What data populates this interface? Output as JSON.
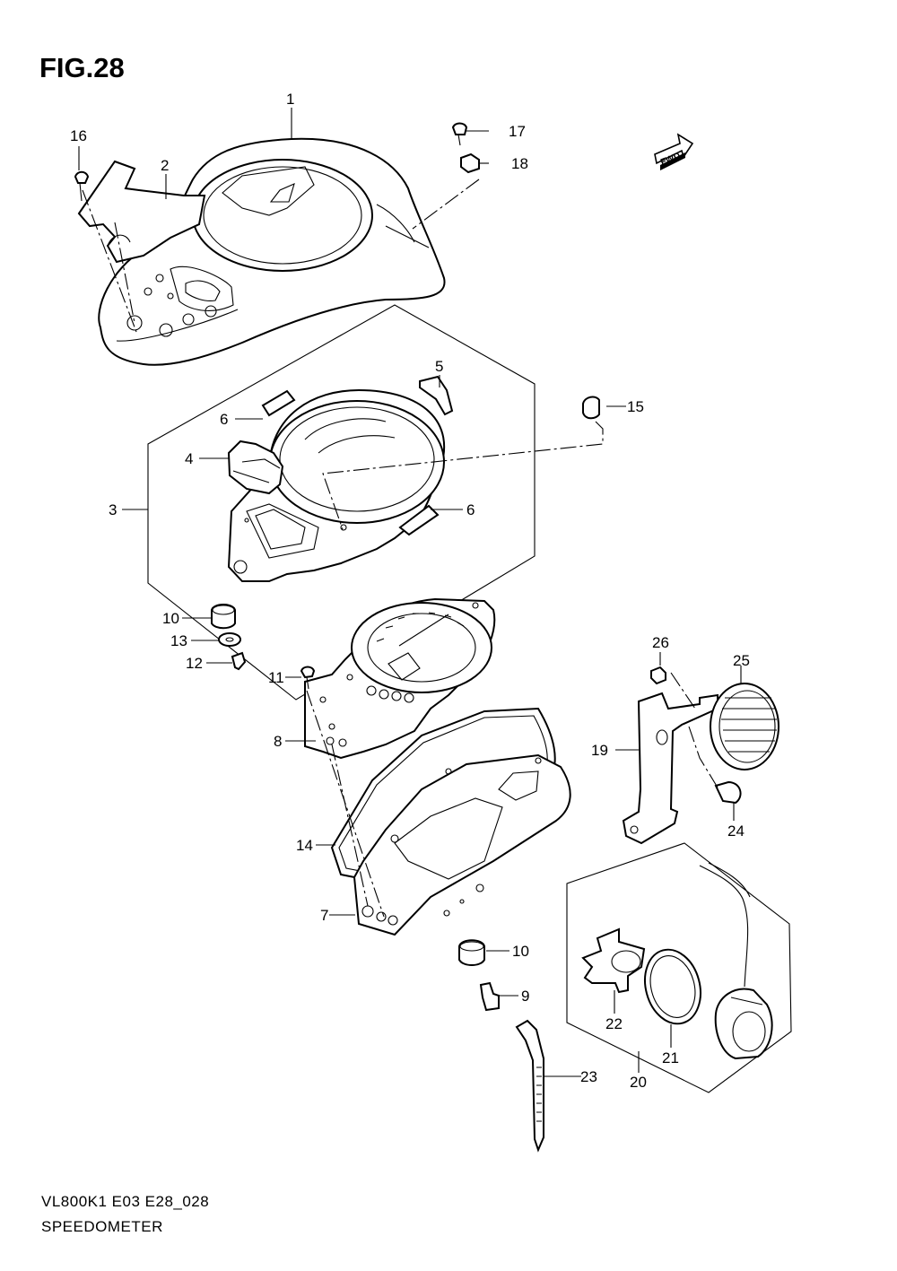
{
  "figure": {
    "title": "FIG.28",
    "model_line": "VL800K1 E03 E28_028",
    "subtitle": "SPEEDOMETER",
    "fwd_badge": "FWD"
  },
  "parts": [
    {
      "id": "1"
    },
    {
      "id": "2"
    },
    {
      "id": "3"
    },
    {
      "id": "4"
    },
    {
      "id": "5"
    },
    {
      "id": "6a",
      "label": "6"
    },
    {
      "id": "6b",
      "label": "6"
    },
    {
      "id": "7"
    },
    {
      "id": "8"
    },
    {
      "id": "9"
    },
    {
      "id": "10a",
      "label": "10"
    },
    {
      "id": "10b",
      "label": "10"
    },
    {
      "id": "11"
    },
    {
      "id": "12"
    },
    {
      "id": "13"
    },
    {
      "id": "14"
    },
    {
      "id": "15"
    },
    {
      "id": "16"
    },
    {
      "id": "17"
    },
    {
      "id": "18"
    },
    {
      "id": "19"
    },
    {
      "id": "20"
    },
    {
      "id": "21"
    },
    {
      "id": "22"
    },
    {
      "id": "23"
    },
    {
      "id": "24"
    },
    {
      "id": "25"
    },
    {
      "id": "26"
    }
  ]
}
